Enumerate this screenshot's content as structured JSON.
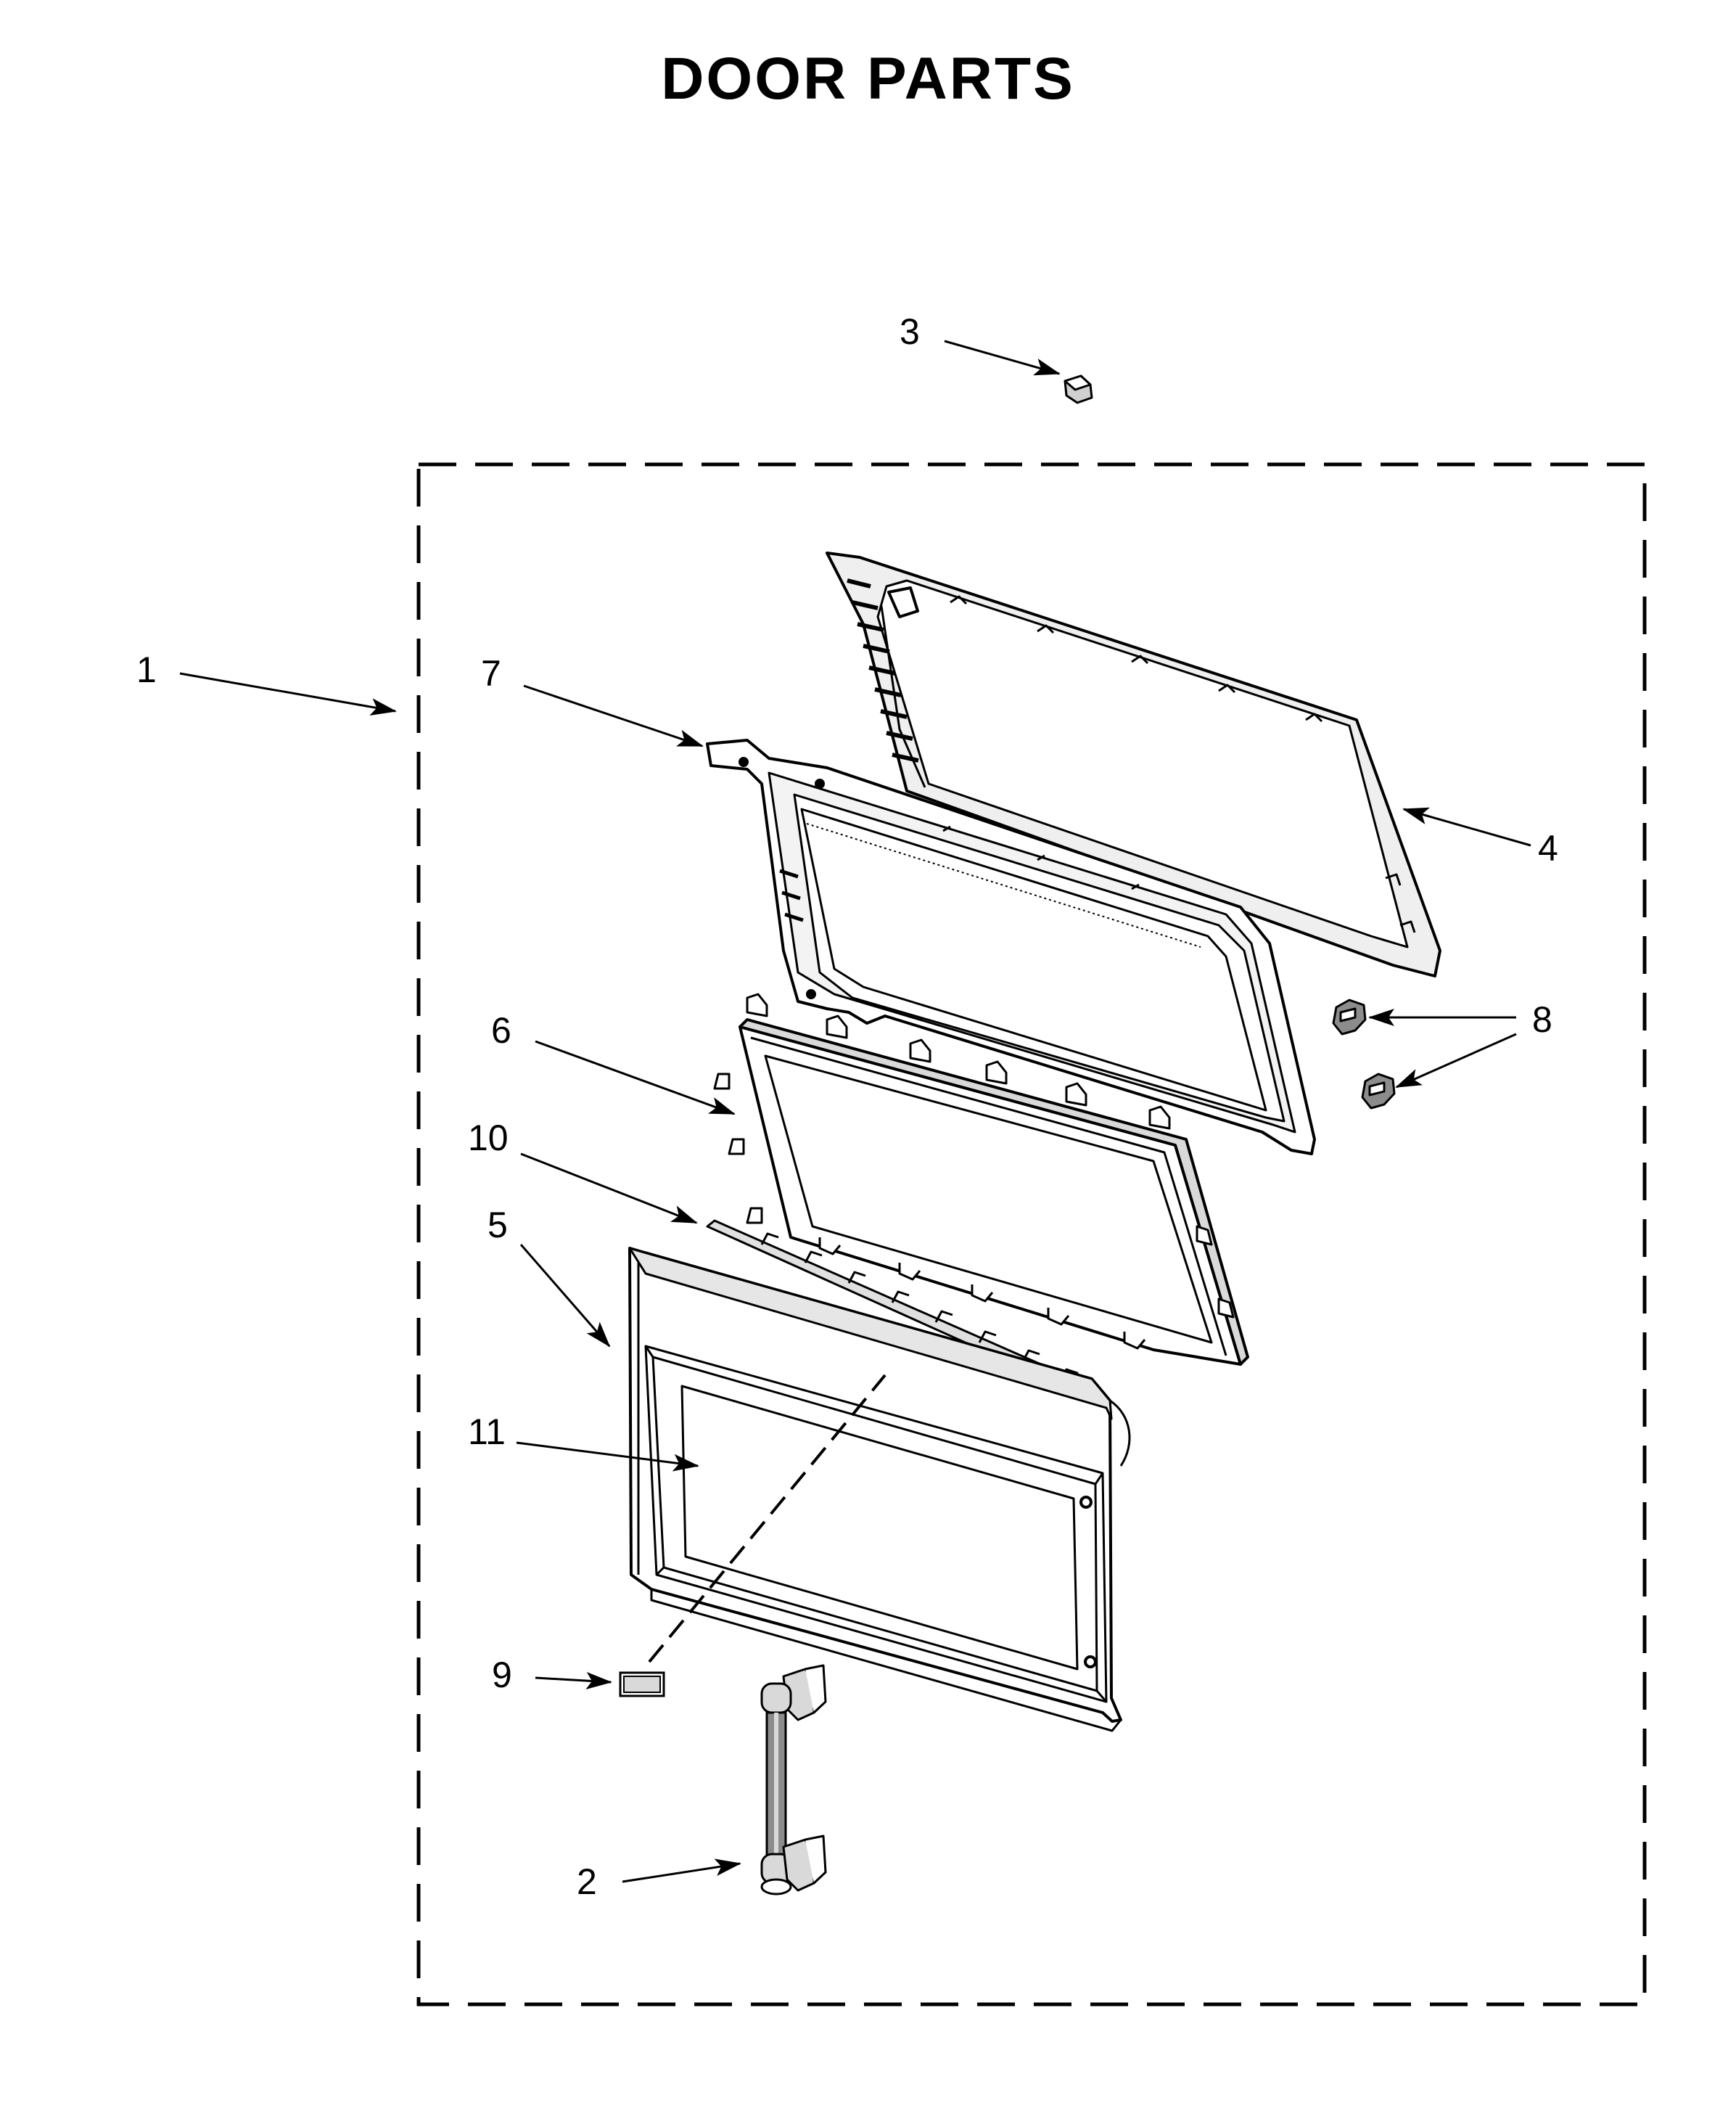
{
  "title": "DOOR PARTS",
  "callouts": [
    {
      "number": "1",
      "part": "door-assembly"
    },
    {
      "number": "2",
      "part": "door-handle"
    },
    {
      "number": "3",
      "part": "handle-end-cap"
    },
    {
      "number": "4",
      "part": "door-frame"
    },
    {
      "number": "5",
      "part": "door-front-panel"
    },
    {
      "number": "6",
      "part": "door-inner-frame"
    },
    {
      "number": "7",
      "part": "door-choke"
    },
    {
      "number": "8",
      "part": "door-hook"
    },
    {
      "number": "9",
      "part": "badge"
    },
    {
      "number": "10",
      "part": "panel-bracket"
    },
    {
      "number": "11",
      "part": "door-window"
    }
  ],
  "colors": {
    "line": "#000000",
    "part_fill": "#ffffff",
    "shade": "#d9d9d9",
    "dark_shade": "#8c8c8c"
  }
}
